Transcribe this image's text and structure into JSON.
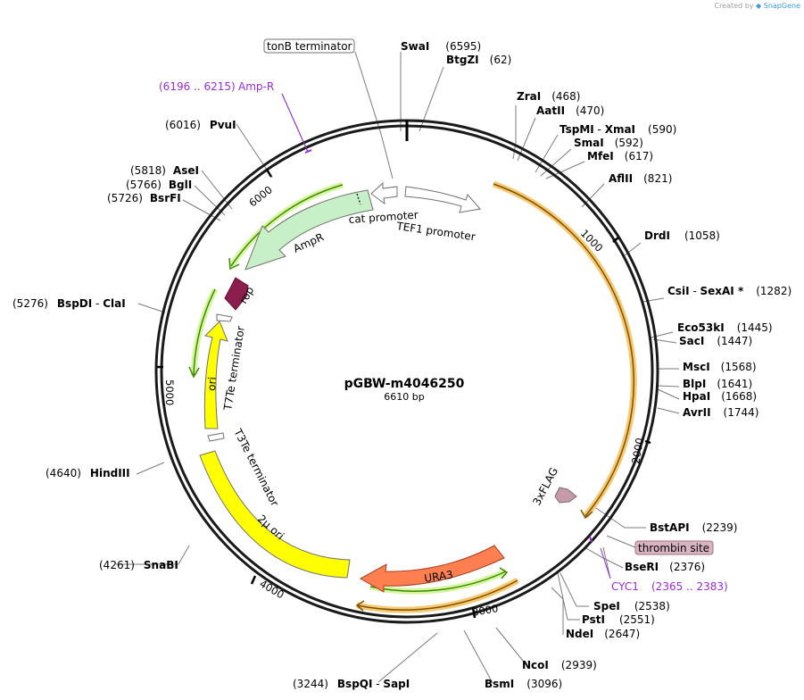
{
  "credit": {
    "prefix": "Created by",
    "brand": "SnapGene"
  },
  "plasmid": {
    "name": "pGBW-m4046250",
    "length": "6610 bp"
  },
  "enzymes": [
    {
      "name": "SwaI",
      "pos": "(6595)"
    },
    {
      "name": "BtgZI",
      "pos": "(62)"
    },
    {
      "name": "ZraI",
      "pos": "(468)"
    },
    {
      "name": "AatII",
      "pos": "(470)"
    },
    {
      "name": "TspMI",
      "pos": "(590)",
      "name2": "XmaI"
    },
    {
      "name": "SmaI",
      "pos": "(592)"
    },
    {
      "name": "MfeI",
      "pos": "(617)"
    },
    {
      "name": "AflII",
      "pos": "(821)"
    },
    {
      "name": "DrdI",
      "pos": "(1058)"
    },
    {
      "name": "CsiI",
      "pos": "(1282)",
      "name2": "SexAI *"
    },
    {
      "name": "Eco53kI",
      "pos": "(1445)"
    },
    {
      "name": "SacI",
      "pos": "(1447)"
    },
    {
      "name": "MscI",
      "pos": "(1568)"
    },
    {
      "name": "BlpI",
      "pos": "(1641)"
    },
    {
      "name": "HpaI",
      "pos": "(1668)"
    },
    {
      "name": "AvrII",
      "pos": "(1744)"
    },
    {
      "name": "BstAPI",
      "pos": "(2239)"
    },
    {
      "name": "BseRI",
      "pos": "(2376)"
    },
    {
      "name": "SpeI",
      "pos": "(2538)"
    },
    {
      "name": "PstI",
      "pos": "(2551)"
    },
    {
      "name": "NdeI",
      "pos": "(2647)"
    },
    {
      "name": "NcoI",
      "pos": "(2939)"
    },
    {
      "name": "BsmI",
      "pos": "(3096)"
    },
    {
      "name": "BspQI",
      "pos": "(3244)",
      "name2": "SapI"
    },
    {
      "name": "SnaBI",
      "pos": "(4261)"
    },
    {
      "name": "HindIII",
      "pos": "(4640)"
    },
    {
      "name": "BspDI",
      "pos": "(5276)",
      "name2": "ClaI"
    },
    {
      "name": "BsrFI",
      "pos": "(5726)"
    },
    {
      "name": "BglI",
      "pos": "(5766)"
    },
    {
      "name": "AseI",
      "pos": "(5818)"
    },
    {
      "name": "PvuI",
      "pos": "(6016)"
    }
  ],
  "boxed_features": {
    "tonB": "tonB terminator",
    "thrombin": "thrombin site"
  },
  "purple_features": {
    "ampr_range": "(6196 .. 6215)",
    "ampr_name": "Amp-R",
    "cyc1_name": "CYC1",
    "cyc1_range": "(2365 .. 2383)"
  },
  "features": {
    "cat_promoter": "cat promoter",
    "tef1_promoter": "TEF1 promoter",
    "ampr": "AmpR",
    "rop": "rop",
    "t7te": "T7Te terminator",
    "ori": "ori",
    "t3te": "T3Te terminator",
    "two_mu_ori": "2μ ori",
    "ura3": "URA3",
    "flag": "3xFLAG"
  },
  "ticks": [
    "1000",
    "2000",
    "3000",
    "4000",
    "5000",
    "6000"
  ],
  "colors": {
    "backbone": "#1a1a1a",
    "primer_fill": "#f8c870",
    "primer_core": "#7a5200",
    "green_line": "#3a8a00",
    "ampr_fill": "#c8f0c8",
    "rop_fill": "#8b1e4c",
    "ori_fill": "#ffff00",
    "ura3_fill": "#ff7f50",
    "flag_fill": "#c89aa8",
    "purple": "#9b2bd6"
  }
}
